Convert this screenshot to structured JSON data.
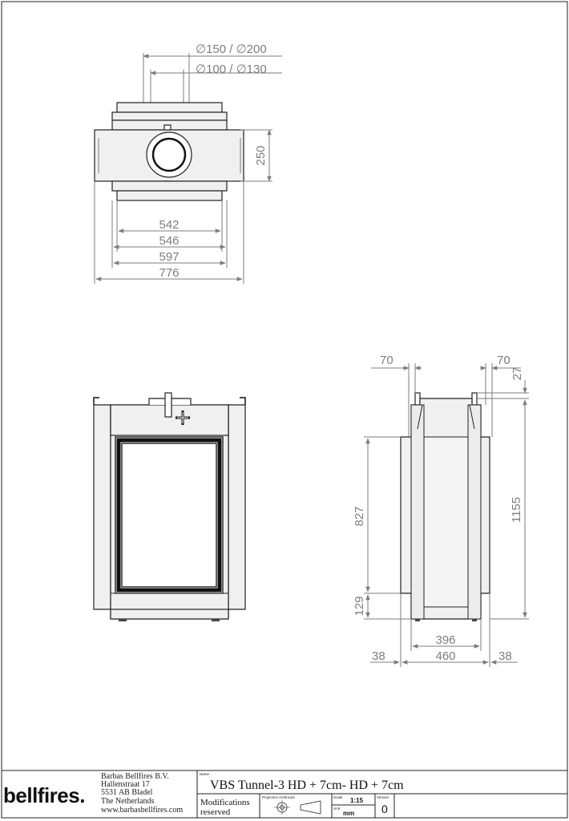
{
  "top_view": {
    "flue_outer": "∅150 / ∅200",
    "flue_inner": "∅100 / ∅130",
    "depth": "250",
    "widths": [
      "542",
      "546",
      "597",
      "776"
    ]
  },
  "side_view": {
    "top_left": "70",
    "top_right": "70",
    "top_offset": "27",
    "height_left": "827",
    "height_right": "1155",
    "bottom_left": "129",
    "base_inner": "396",
    "base_outer": "460",
    "side_left": "38",
    "side_right": "38"
  },
  "title_block": {
    "logo": "bellfires.",
    "company_lines": [
      "Barbas Bellfires B.V.",
      "Hallenstraat 17",
      "5531 AB Bladel",
      "The Netherlands",
      "www.barbasbellfires.com"
    ],
    "name_label": "Name",
    "name": "VBS Tunnel-3 HD + 7cm- HD + 7cm",
    "modifications_lines": [
      "Modifications",
      "reserved"
    ],
    "projection_label": "Projection Américain",
    "scale_label": "Scale",
    "scale": "1:15",
    "unit_label": "Unit",
    "unit": "mm",
    "version_label": "Version",
    "version": "0"
  }
}
